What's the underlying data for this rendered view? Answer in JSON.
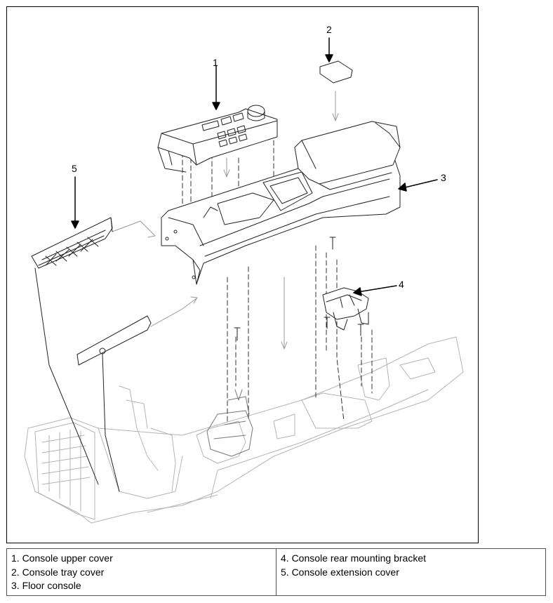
{
  "callouts": [
    "1",
    "2",
    "3",
    "4",
    "5"
  ],
  "legend": {
    "left": [
      "1. Console upper cover",
      "2. Console tray cover",
      "3. Floor console"
    ],
    "right": [
      "4. Console rear mounting bracket",
      "5. Console extension cover"
    ]
  }
}
